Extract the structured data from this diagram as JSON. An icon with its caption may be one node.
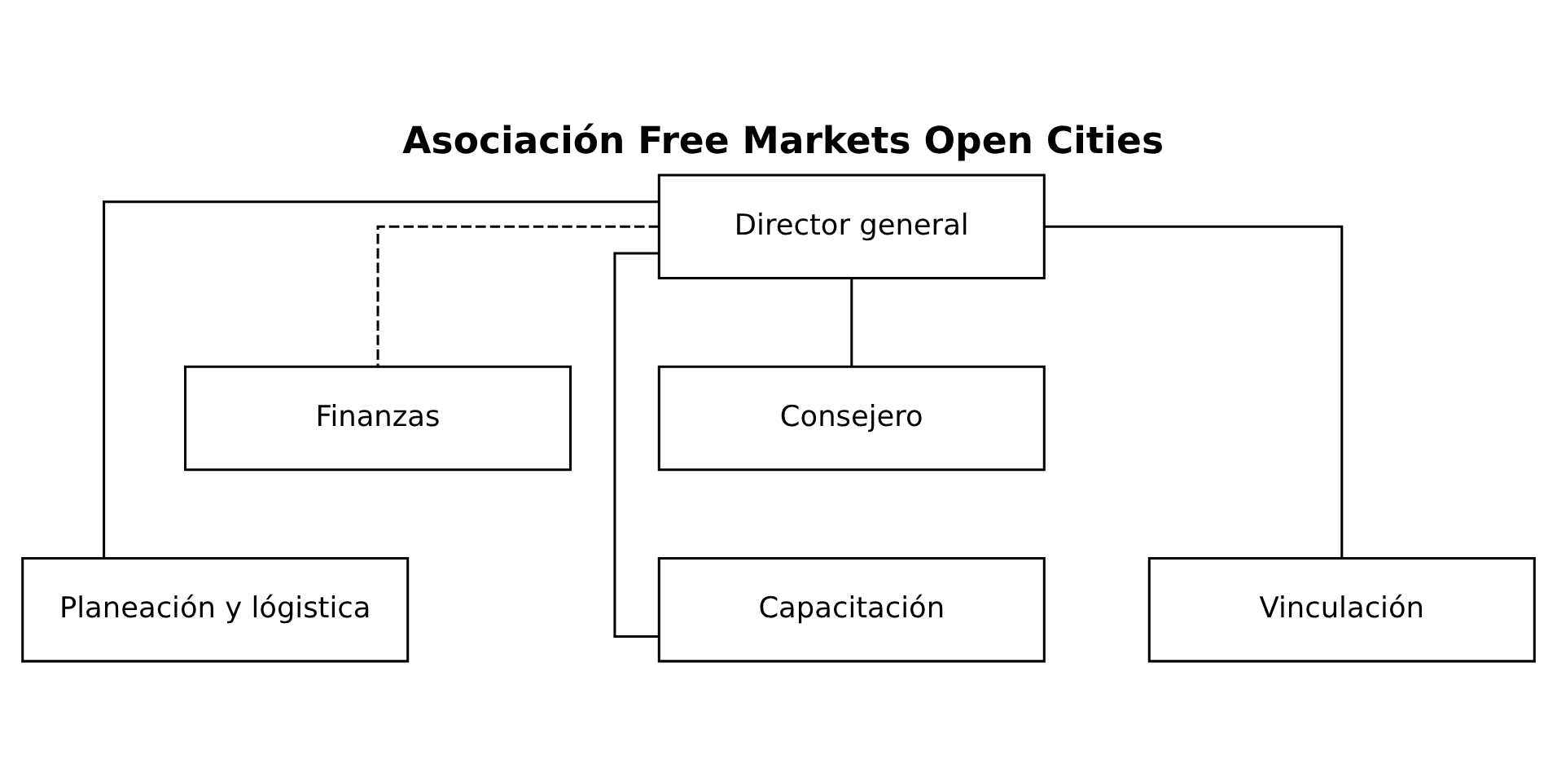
{
  "diagram": {
    "title": "Asociación Free Markets Open Cities",
    "nodes": [
      {
        "text": [
          "Director general"
        ]
      },
      {
        "text": [
          "Finanzas"
        ]
      },
      {
        "text": [
          "Consejero"
        ]
      },
      {
        "text": [
          "Planeación y lógistica"
        ]
      },
      {
        "text": [
          "Capacitación"
        ]
      },
      {
        "text": [
          "Vinculación"
        ]
      }
    ],
    "edges": [
      {
        "from": 0,
        "to": 1,
        "arrow": "none",
        "style": "dashed"
      },
      {
        "from": 0,
        "to": 2,
        "arrow": "none"
      },
      {
        "from": 0,
        "to": 3,
        "arrow": "none"
      },
      {
        "from": 0,
        "to": 4,
        "arrow": "none"
      },
      {
        "from": 0,
        "to": 5,
        "arrow": "none"
      }
    ]
  }
}
